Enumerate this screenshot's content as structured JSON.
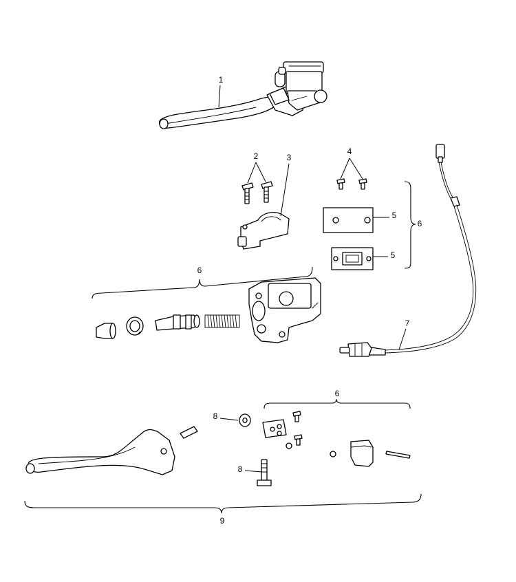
{
  "callouts": {
    "c1": "1",
    "c2": "2",
    "c3": "3",
    "c4": "4",
    "c5a": "5",
    "c5b": "5",
    "c6_right": "6",
    "c6_middle": "6",
    "c6_bottom": "6",
    "c7": "7",
    "c8a": "8",
    "c8b": "8",
    "c9": "9"
  }
}
